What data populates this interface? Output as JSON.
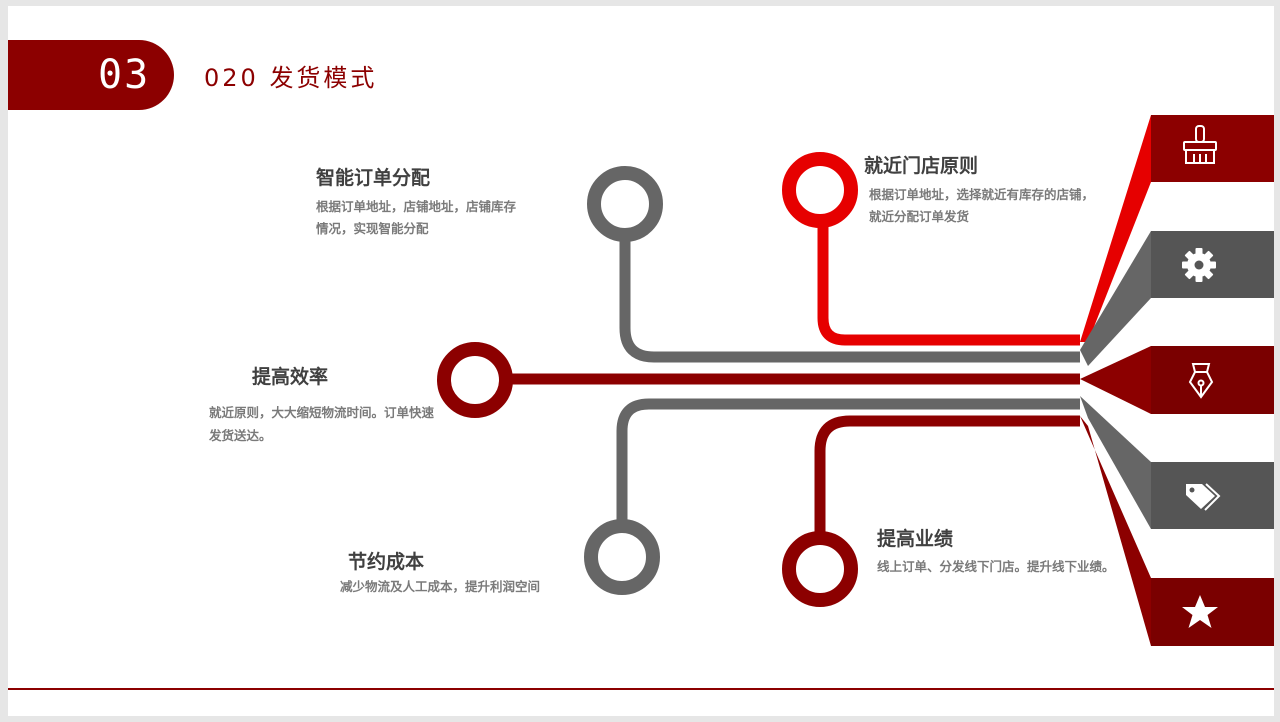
{
  "header": {
    "section_number": "03",
    "title": "020 发货模式"
  },
  "nodes": [
    {
      "id": "smart-order",
      "title": "智能订单分配",
      "desc_lines": [
        "根据订单地址，店铺地址，店铺库存",
        "情况，实现智能分配"
      ],
      "color": "#666666"
    },
    {
      "id": "nearby-store",
      "title": "就近门店原则",
      "desc_lines": [
        "根据订单地址，选择就近有库存的店铺，",
        "就近分配订单发货"
      ],
      "color": "#e60000"
    },
    {
      "id": "efficiency",
      "title": "提高效率",
      "desc_lines": [
        "就近原则，大大缩短物流时间。订单快速",
        "发货送达。"
      ],
      "color": "#8c0000"
    },
    {
      "id": "cost",
      "title": "节约成本",
      "desc_lines": [
        "减少物流及人工成本，提升利润空间"
      ],
      "color": "#666666"
    },
    {
      "id": "performance",
      "title": "提高业绩",
      "desc_lines": [
        "线上订单、分发线下门店。提升线下业绩。"
      ],
      "color": "#8c0000"
    }
  ],
  "icons": [
    {
      "name": "brush-icon",
      "color": "#8c0000"
    },
    {
      "name": "gear-icon",
      "color": "#555555"
    },
    {
      "name": "pen-nib-icon",
      "color": "#7a0000"
    },
    {
      "name": "tag-icon",
      "color": "#555555"
    },
    {
      "name": "star-icon",
      "color": "#7a0000"
    }
  ]
}
